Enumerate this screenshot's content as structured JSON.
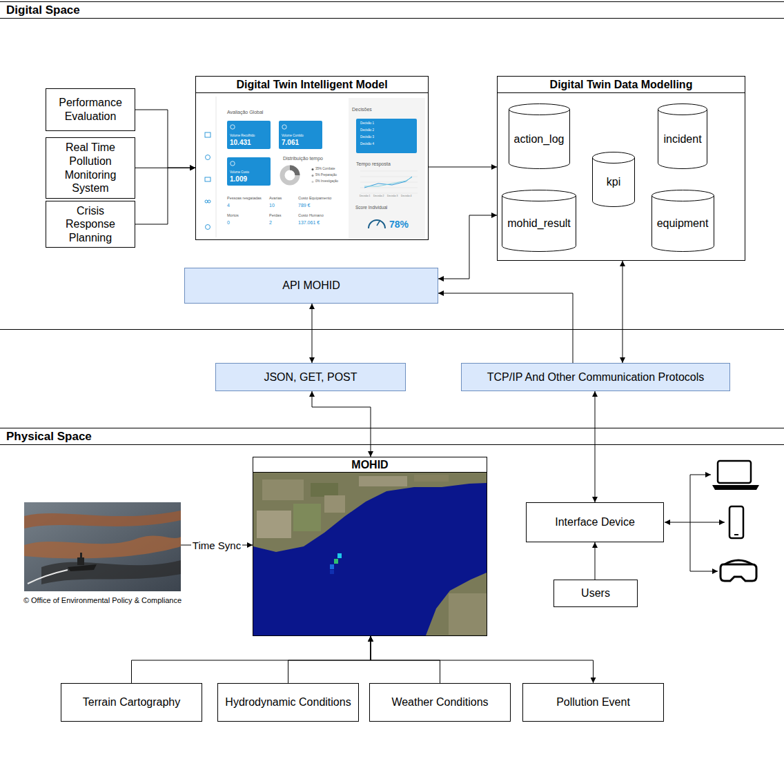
{
  "diagram": {
    "nodes": [
      {
        "text": [
          "Digital Space"
        ]
      },
      {
        "text": [
          "Performance Evaluation"
        ],
        "in": 0
      },
      {
        "text": [
          "Real Time Pollution Monitoring System"
        ],
        "in": 0
      },
      {
        "text": [
          "Crisis Response Planning"
        ],
        "in": 0
      },
      {
        "text": [
          "Digital Twin Intelligent Model"
        ],
        "in": 0
      },
      {
        "text": [
          "Digital Twin Data Modelling"
        ],
        "in": 0
      },
      {
        "text": [
          "action_log"
        ],
        "in": 5
      },
      {
        "text": [
          "incident"
        ],
        "in": 5
      },
      {
        "text": [
          "kpi"
        ],
        "in": 5
      },
      {
        "text": [
          "mohid_result"
        ],
        "in": 5
      },
      {
        "text": [
          "equipment"
        ],
        "in": 5
      },
      {
        "text": [
          "API MOHID"
        ],
        "in": 0
      },
      {
        "text": [
          "JSON, GET, POST"
        ]
      },
      {
        "text": [
          "TCP/IP And Other Communication Protocols"
        ]
      },
      {
        "text": [
          "Physical Space"
        ]
      },
      {
        "text": [
          "© Office of Environmental Policy & Compliance"
        ],
        "in": 14
      },
      {
        "text": [
          "MOHID"
        ],
        "in": 14
      },
      {
        "text": [
          "Interface Device"
        ],
        "in": 14
      },
      {
        "text": [
          "Users"
        ],
        "in": 14
      },
      {
        "text": [
          "Terrain Cartography"
        ],
        "in": 14
      },
      {
        "text": [
          "Hydrodynamic Conditions"
        ],
        "in": 14
      },
      {
        "text": [
          "Weather Conditions"
        ],
        "in": 14
      },
      {
        "text": [
          "Pollution Event"
        ],
        "in": 14
      }
    ],
    "edges": [
      {
        "from": 1,
        "to": 4,
        "arrow": "to"
      },
      {
        "from": 2,
        "to": 4,
        "arrow": "to"
      },
      {
        "from": 3,
        "to": 4,
        "arrow": "to"
      },
      {
        "from": 4,
        "to": 5,
        "arrow": "to"
      },
      {
        "from": 11,
        "to": 5,
        "arrow": "both"
      },
      {
        "from": 11,
        "to": 12,
        "arrow": "both"
      },
      {
        "from": 12,
        "to": 16,
        "arrow": "both"
      },
      {
        "from": 13,
        "to": 11,
        "arrow": "to"
      },
      {
        "from": 13,
        "to": 5,
        "arrow": "both"
      },
      {
        "from": 13,
        "to": 17,
        "arrow": "both"
      },
      {
        "from": 18,
        "to": 17,
        "arrow": "to"
      },
      {
        "from": 19,
        "to": 16,
        "arrow": "to"
      },
      {
        "from": 20,
        "to": 16,
        "arrow": "to"
      },
      {
        "from": 21,
        "to": 16,
        "arrow": "to"
      },
      {
        "from": 16,
        "to": 22,
        "arrow": "both"
      },
      {
        "from": 15,
        "to": 16,
        "label": "Time Sync",
        "arrow": "to"
      }
    ],
    "labels": [
      "Avaliação Global",
      "Volume Recolhido",
      "10.431",
      "Volume Contido",
      "7.061",
      "Volume Custo",
      "1.009",
      "Distribuição tempo",
      "35% Combate",
      "5% Preparação",
      "0% Investigação",
      "Pessoas resgatadas",
      "4",
      "Avarias",
      "10",
      "Custo Equipamento",
      "789 €",
      "Mortos",
      "0",
      "Perdas",
      "2",
      "Custo Humano",
      "137.061 €",
      "Decisões",
      "Decisão 1",
      "Decisão 2",
      "Decisão 3",
      "Decisão 4",
      "Tempo resposta",
      "Decisão 1",
      "Decisão 2",
      "Decisão 3",
      "Decisão 4",
      "Score Individual",
      "78%"
    ]
  }
}
